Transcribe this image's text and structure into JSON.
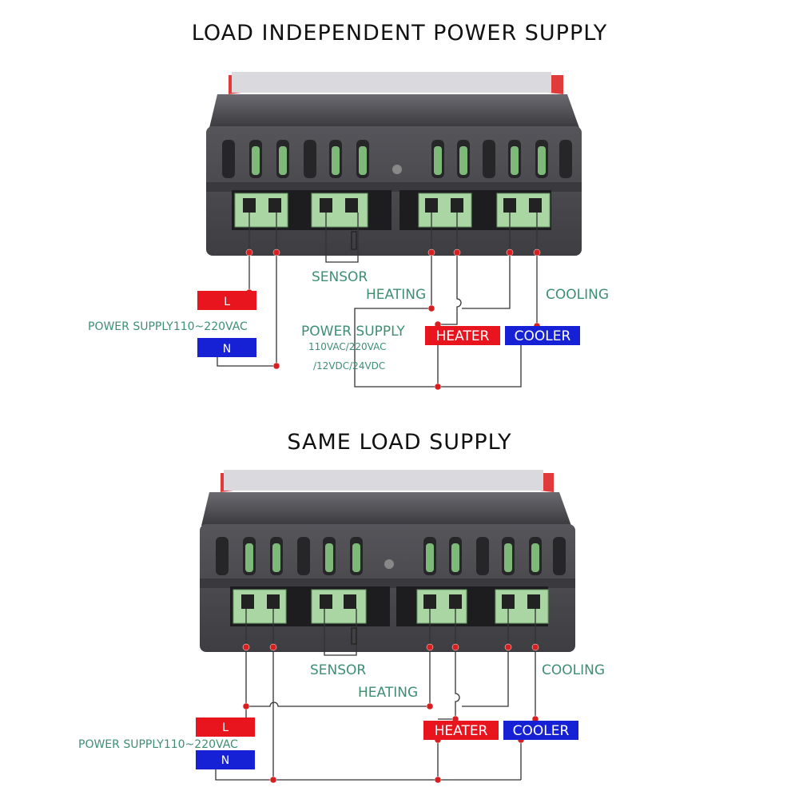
{
  "diagrams": [
    {
      "title": "LOAD INDEPENDENT POWER SUPPLY",
      "labels": {
        "sensor": "SENSOR",
        "heating": "HEATING",
        "cooling": "COOLING",
        "power_supply": "POWER SUPPLY110~220VAC",
        "load_power_supply": "POWER SUPPLY",
        "load_voltage_1": "110VAC/220VAC",
        "load_voltage_2": "/12VDC/24VDC",
        "l": "L",
        "n": "N",
        "heater": "HEATER",
        "cooler": "COOLER"
      }
    },
    {
      "title": "SAME LOAD SUPPLY",
      "labels": {
        "sensor": "SENSOR",
        "heating": "HEATING",
        "cooling": "COOLING",
        "power_supply": "POWER SUPPLY110~220VAC",
        "l": "L",
        "n": "N",
        "heater": "HEATER",
        "cooler": "COOLER"
      }
    }
  ],
  "colors": {
    "label_green": "#3e8f72",
    "l_red": "#e8141e",
    "n_blue": "#1621d6",
    "terminal_green": "#a9d6a2",
    "housing": "#4a4a4e",
    "tab_red": "#e03a3a",
    "wire": "#333333",
    "dot": "#d81e1e"
  }
}
